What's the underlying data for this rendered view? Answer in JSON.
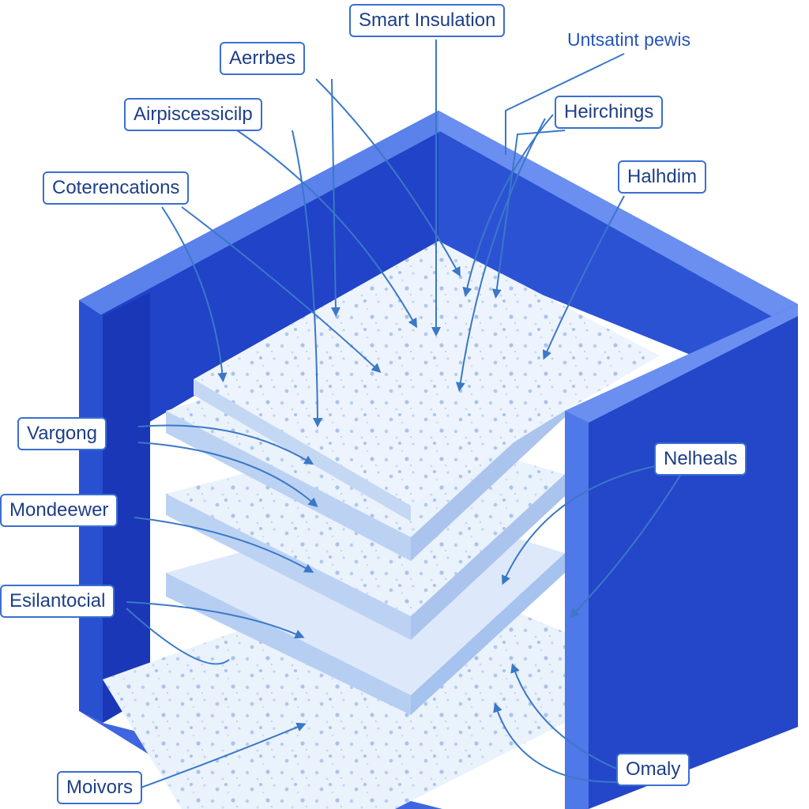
{
  "labels": {
    "smart_insulation": "Smart Insulation",
    "untsatint_pewis": "Untsatint pewis",
    "aerrbes": "Aerrbes",
    "airpiscessicilp": "Airpiscessicilp",
    "heirchings": "Heirchings",
    "halhdim": "Halhdim",
    "coterencations": "Coterencations",
    "vargong": "Vargong",
    "nelheals": "Nelheals",
    "mondeewer": "Mondeewer",
    "esilantocial": "Esilantocial",
    "omaly": "Omaly",
    "moivors": "Moivors"
  },
  "colors": {
    "wall_dark": "#1f3fc4",
    "wall_mid": "#2f56d6",
    "wall_light": "#4f78e8",
    "layer_top": "#eaf2fc",
    "layer_side": "#bcd2f3",
    "leader": "#3a78c8",
    "label_border": "#3a6fd0"
  }
}
